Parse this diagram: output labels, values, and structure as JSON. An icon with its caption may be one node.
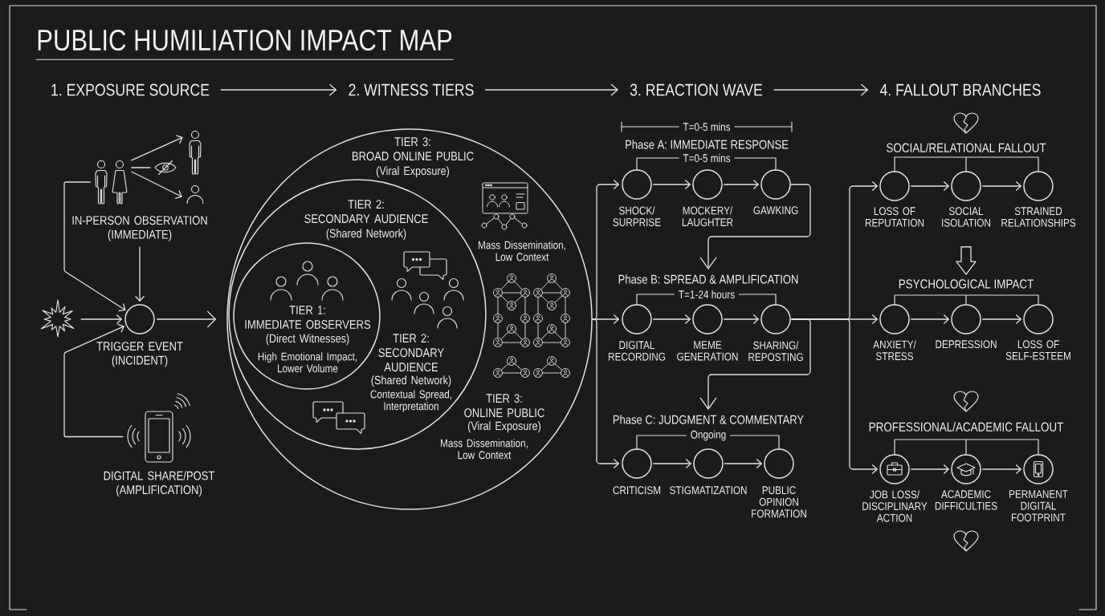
{
  "diagram": {
    "title": "PUBLIC HUMILIATION IMPACT MAP",
    "nodes": [
      {
        "text": [
          "1. EXPOSURE SOURCE"
        ]
      },
      {
        "text": [
          "2. WITNESS TIERS"
        ]
      },
      {
        "text": [
          "3. REACTION WAVE"
        ]
      },
      {
        "text": [
          "4. FALLOUT BRANCHES"
        ]
      },
      {
        "text": [],
        "shape": "person"
      },
      {
        "text": [],
        "shape": "person"
      },
      {
        "text": [],
        "shape": "picture"
      },
      {
        "text": [],
        "shape": "person"
      },
      {
        "text": [
          "IN-PERSON OBSERVATION (IMMEDIATE)"
        ]
      },
      {
        "text": [],
        "shape": "picture"
      },
      {
        "text": [
          "TRIGGER EVENT (INCIDENT)"
        ]
      },
      {
        "text": [
          "DIGITAL SHARE/POST (AMPLIFICATION)"
        ]
      },
      {
        "text": [
          "TIER 3: BROAD ONLINE PUBLIC",
          "(Viral Exposure)",
          "Mass Dissemination, Low Context",
          "TIER 3: ONLINE PUBLIC",
          "(Viral Exposure)",
          "Mass Dissemination, Low Context"
        ]
      },
      {
        "text": [
          "TIER 2: SECONDARY AUDIENCE",
          "(Shared Network)",
          "TIER 2: SECONDARY AUDIENCE",
          "(Shared Network)",
          "Contextual Spread, Interpretation"
        ],
        "in": 12
      },
      {
        "text": [
          "TIER 1: IMMEDIATE OBSERVERS",
          "(Direct Witnesses)",
          "High Emotional Impact, Lower Volume"
        ],
        "in": 13
      },
      {
        "text": [
          "SHOCK/ SURPRISE"
        ]
      },
      {
        "text": [
          "MOCKERY/ LAUGHTER"
        ]
      },
      {
        "text": [
          "GAWKING"
        ]
      },
      {
        "text": [
          "Phase B: SPREAD & AMPLIFICATION"
        ]
      },
      {
        "text": [
          "DIGITAL RECORDING"
        ]
      },
      {
        "text": [
          "MEME GENERATION"
        ]
      },
      {
        "text": [
          "SHARING/ REPOSTING"
        ]
      },
      {
        "text": [
          "Phase C: JUDGMENT & COMMENTARY"
        ]
      },
      {
        "text": [
          "CRITICISM"
        ]
      },
      {
        "text": [
          "STIGMATIZATION"
        ]
      },
      {
        "text": [
          "PUBLIC OPINION FORMATION"
        ]
      },
      {
        "text": [
          "LOSS OF REPUTATION"
        ]
      },
      {
        "text": [
          "SOCIAL ISOLATION"
        ]
      },
      {
        "text": [
          "STRAINED RELATIONSHIPS"
        ]
      },
      {
        "text": [
          "PSYCHOLOGICAL IMPACT"
        ]
      },
      {
        "text": [
          "ANXIETY/ STRESS"
        ]
      },
      {
        "text": [
          "DEPRESSION"
        ]
      },
      {
        "text": [
          "LOSS OF SELF-ESTEEM"
        ]
      },
      {
        "text": [
          "JOB LOSS/ DISCIPLINARY ACTION"
        ]
      },
      {
        "text": [
          "ACADEMIC DIFFICULTIES"
        ]
      },
      {
        "text": [
          "PERMANENT DIGITAL FOOTPRINT"
        ]
      }
    ],
    "edges": [
      {
        "from": 0,
        "to": 1,
        "arrow": "to"
      },
      {
        "from": 1,
        "to": 2,
        "arrow": "to"
      },
      {
        "from": 2,
        "to": 3,
        "arrow": "to"
      },
      {
        "from": 4,
        "to": 5,
        "arrow": "to"
      },
      {
        "from": 4,
        "to": 6,
        "arrow": "none"
      },
      {
        "from": 4,
        "to": 7,
        "arrow": "to"
      },
      {
        "from": 4,
        "to": 10,
        "arrow": "to"
      },
      {
        "from": 8,
        "to": 10,
        "arrow": "to"
      },
      {
        "from": 9,
        "to": 10,
        "arrow": "to"
      },
      {
        "from": 11,
        "to": 10,
        "arrow": "to"
      },
      {
        "from": 10,
        "to": 12,
        "arrow": "to"
      },
      {
        "from": 12,
        "to": 15,
        "arrow": "to"
      },
      {
        "from": 12,
        "to": 19,
        "arrow": "to"
      },
      {
        "from": 12,
        "to": 23,
        "arrow": "to"
      },
      {
        "from": 15,
        "to": 16,
        "arrow": "to"
      },
      {
        "from": 16,
        "to": 17,
        "arrow": "to"
      },
      {
        "from": 17,
        "to": 18,
        "arrow": "to"
      },
      {
        "from": 19,
        "to": 20,
        "arrow": "to"
      },
      {
        "from": 20,
        "to": 21,
        "arrow": "to"
      },
      {
        "from": 21,
        "to": 22,
        "arrow": "to"
      },
      {
        "from": 21,
        "to": 26,
        "arrow": "to"
      },
      {
        "from": 21,
        "to": 30,
        "arrow": "to"
      },
      {
        "from": 21,
        "to": 33,
        "arrow": "to"
      },
      {
        "from": 23,
        "to": 24,
        "arrow": "to"
      },
      {
        "from": 24,
        "to": 25,
        "arrow": "to"
      },
      {
        "from": 26,
        "to": 27,
        "arrow": "to"
      },
      {
        "from": 27,
        "to": 28,
        "arrow": "to"
      },
      {
        "from": 27,
        "to": 29,
        "arrow": "to"
      },
      {
        "from": 30,
        "to": 31,
        "arrow": "to"
      },
      {
        "from": 31,
        "to": 32,
        "arrow": "to"
      },
      {
        "from": 33,
        "to": 34,
        "arrow": "to"
      },
      {
        "from": 34,
        "to": 35,
        "arrow": "to"
      }
    ],
    "labels": [
      "T=0-5 mins",
      "Phase A: IMMEDIATE RESPONSE",
      "T=0-5 mins",
      "T=1-24 hours",
      "Ongoing",
      "SOCIAL/RELATIONAL FALLOUT",
      "PROFESSIONAL/ACADEMIC FALLOUT"
    ]
  }
}
